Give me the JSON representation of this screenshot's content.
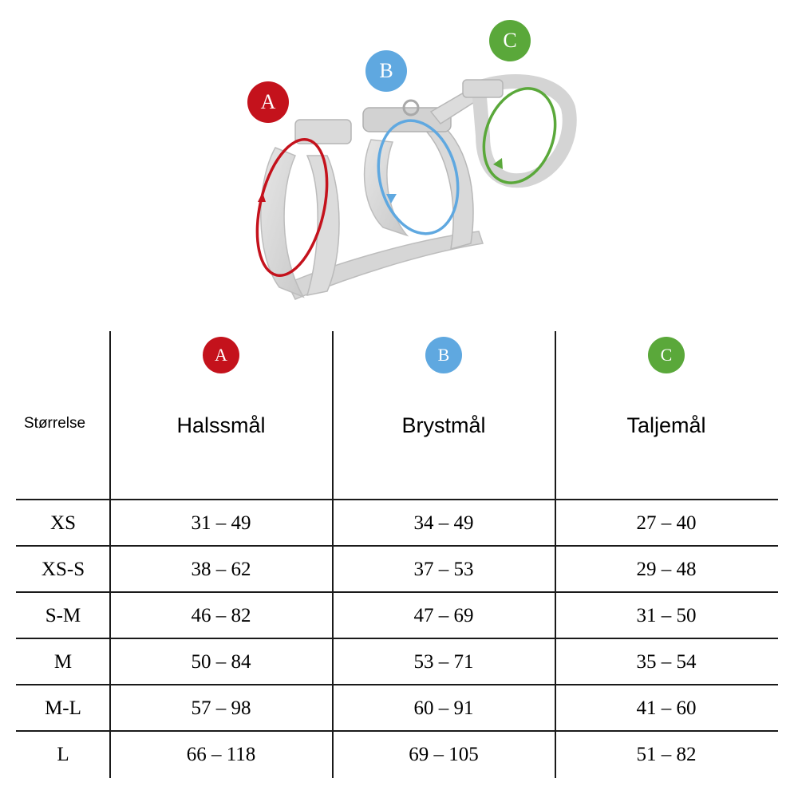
{
  "badges": {
    "a": {
      "letter": "A",
      "color": "#c4121c"
    },
    "b": {
      "letter": "B",
      "color": "#5fa8e0"
    },
    "c": {
      "letter": "C",
      "color": "#5aa83a"
    }
  },
  "table": {
    "size_header": "Størrelse",
    "columns": [
      "Halssmål",
      "Brystmål",
      "Taljemål"
    ],
    "rows": [
      {
        "size": "XS",
        "a": "31 – 49",
        "b": "34 – 49",
        "c": "27 – 40"
      },
      {
        "size": "XS-S",
        "a": "38 – 62",
        "b": "37 – 53",
        "c": "29 – 48"
      },
      {
        "size": "S-M",
        "a": "46 – 82",
        "b": "47 – 69",
        "c": "31 – 50"
      },
      {
        "size": "M",
        "a": "50 – 84",
        "b": "53 – 71",
        "c": "35 – 54"
      },
      {
        "size": "M-L",
        "a": "57 – 98",
        "b": "60 – 91",
        "c": "41 – 60"
      },
      {
        "size": "L",
        "a": "66 – 118",
        "b": "69 – 105",
        "c": "51 – 82"
      }
    ]
  }
}
